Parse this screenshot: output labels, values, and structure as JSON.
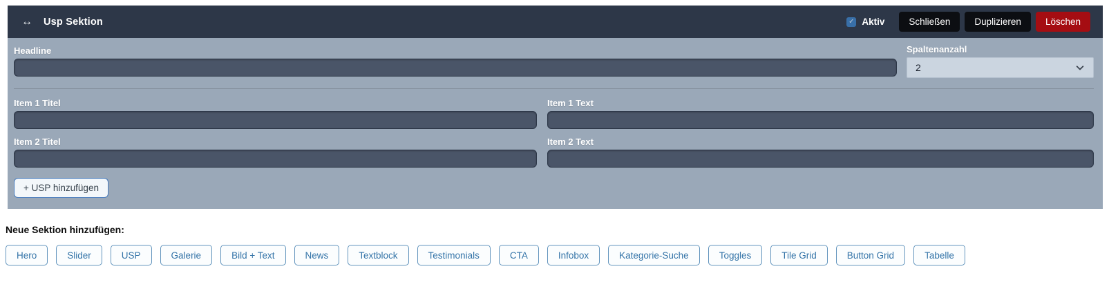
{
  "colors": {
    "header_bg": "#2d3748",
    "panel_bg": "#9aa8b8",
    "input_bg": "#4a5568",
    "select_bg": "#cbd5e0",
    "button_black": "#0c0e12",
    "button_danger": "#a50d12",
    "accent_blue": "#3474a8",
    "checkbox_blue": "#3b7dc0"
  },
  "section": {
    "drag_icon": "↔",
    "title": "Usp Sektion",
    "aktiv": {
      "label": "Aktiv",
      "checked": true,
      "check_glyph": "✓"
    },
    "header_buttons": {
      "close": "Schließen",
      "duplicate": "Duplizieren",
      "delete": "Löschen"
    },
    "form": {
      "headline": {
        "label": "Headline",
        "value": ""
      },
      "spaltenanzahl": {
        "label": "Spaltenanzahl",
        "value": "2"
      },
      "items": [
        {
          "titel_label": "Item 1 Titel",
          "titel_value": "",
          "text_label": "Item 1 Text",
          "text_value": ""
        },
        {
          "titel_label": "Item 2 Titel",
          "titel_value": "",
          "text_label": "Item 2 Text",
          "text_value": ""
        }
      ],
      "add_usp_label": "+ USP hinzufügen"
    }
  },
  "add_section": {
    "label": "Neue Sektion hinzufügen:",
    "buttons": [
      "Hero",
      "Slider",
      "USP",
      "Galerie",
      "Bild + Text",
      "News",
      "Textblock",
      "Testimonials",
      "CTA",
      "Infobox",
      "Kategorie-Suche",
      "Toggles",
      "Tile Grid",
      "Button Grid",
      "Tabelle"
    ]
  }
}
